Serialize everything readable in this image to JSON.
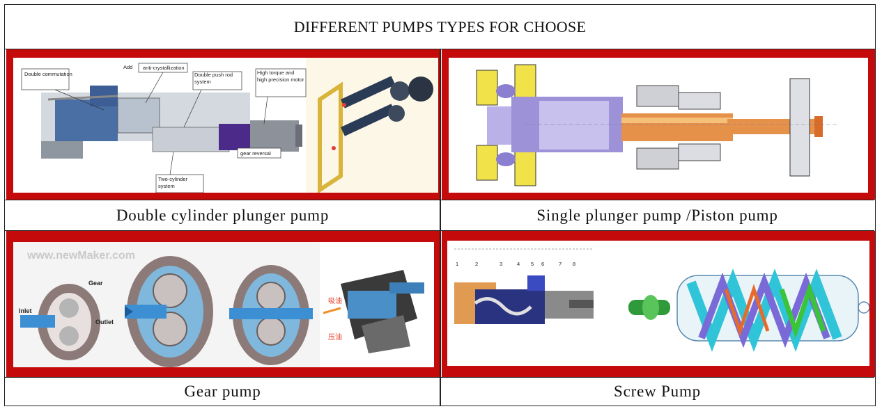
{
  "title": "DIFFERENT PUMPS TYPES FOR CHOOSE",
  "cells": [
    {
      "caption": "Double cylinder plunger pump",
      "callouts": [
        "Double commutation",
        "Add",
        "anti-crystallization",
        "Double push rod system",
        "High torque and high precision motor",
        "gear reversal",
        "Two-cylinder system"
      ]
    },
    {
      "caption": "Single plunger pump /Piston pump"
    },
    {
      "caption": "Gear pump",
      "watermark": "www.newMaker.com",
      "labels": [
        "Gear",
        "Inlet",
        "Outlet",
        "吸油",
        "压油"
      ]
    },
    {
      "caption": "Screw Pump",
      "scale_numbers": [
        "1",
        "2",
        "3",
        "4",
        "5",
        "6",
        "7",
        "8"
      ]
    }
  ]
}
